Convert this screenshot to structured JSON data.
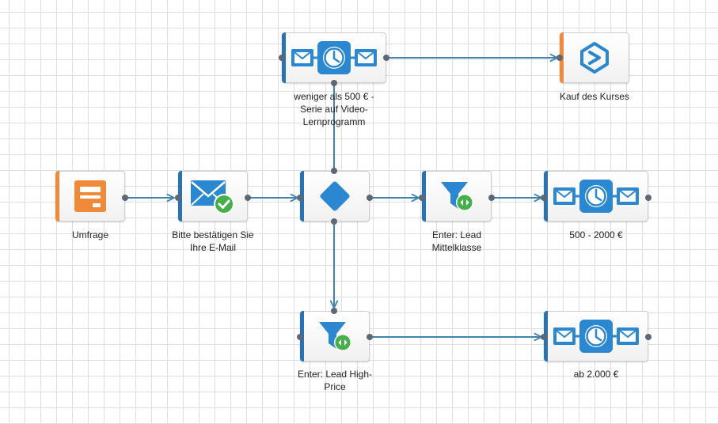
{
  "canvas": {
    "grid": true
  },
  "colors": {
    "blue": "#2a87d0",
    "orange": "#ef8a3a",
    "green": "#45b04a",
    "wire": "#3f84b1",
    "port": "#5d6874"
  },
  "nodes": {
    "umfrage": {
      "label": "Umfrage",
      "icon": "survey-form-icon"
    },
    "email": {
      "label": "Bitte bestätigen Sie\nIhre E-Mail",
      "icon": "email-check-icon"
    },
    "decision": {
      "label": "",
      "icon": "diamond-decision-icon"
    },
    "lead_mid": {
      "label": "Enter: Lead\nMittelklasse",
      "icon": "filter-icon"
    },
    "lead_high": {
      "label": "Enter: Lead High-\nPrice",
      "icon": "filter-icon"
    },
    "seq_top": {
      "label": "weniger als 500 € -\nSerie auf Video-\nLernprogramm",
      "icon": "email-sequence-icon"
    },
    "seq_mid": {
      "label": "500 - 2000 €",
      "icon": "email-sequence-icon"
    },
    "seq_bottom": {
      "label": "ab 2.000 €",
      "icon": "email-sequence-icon"
    },
    "purchase": {
      "label": "Kauf des Kurses",
      "icon": "purchase-logo-icon"
    }
  }
}
